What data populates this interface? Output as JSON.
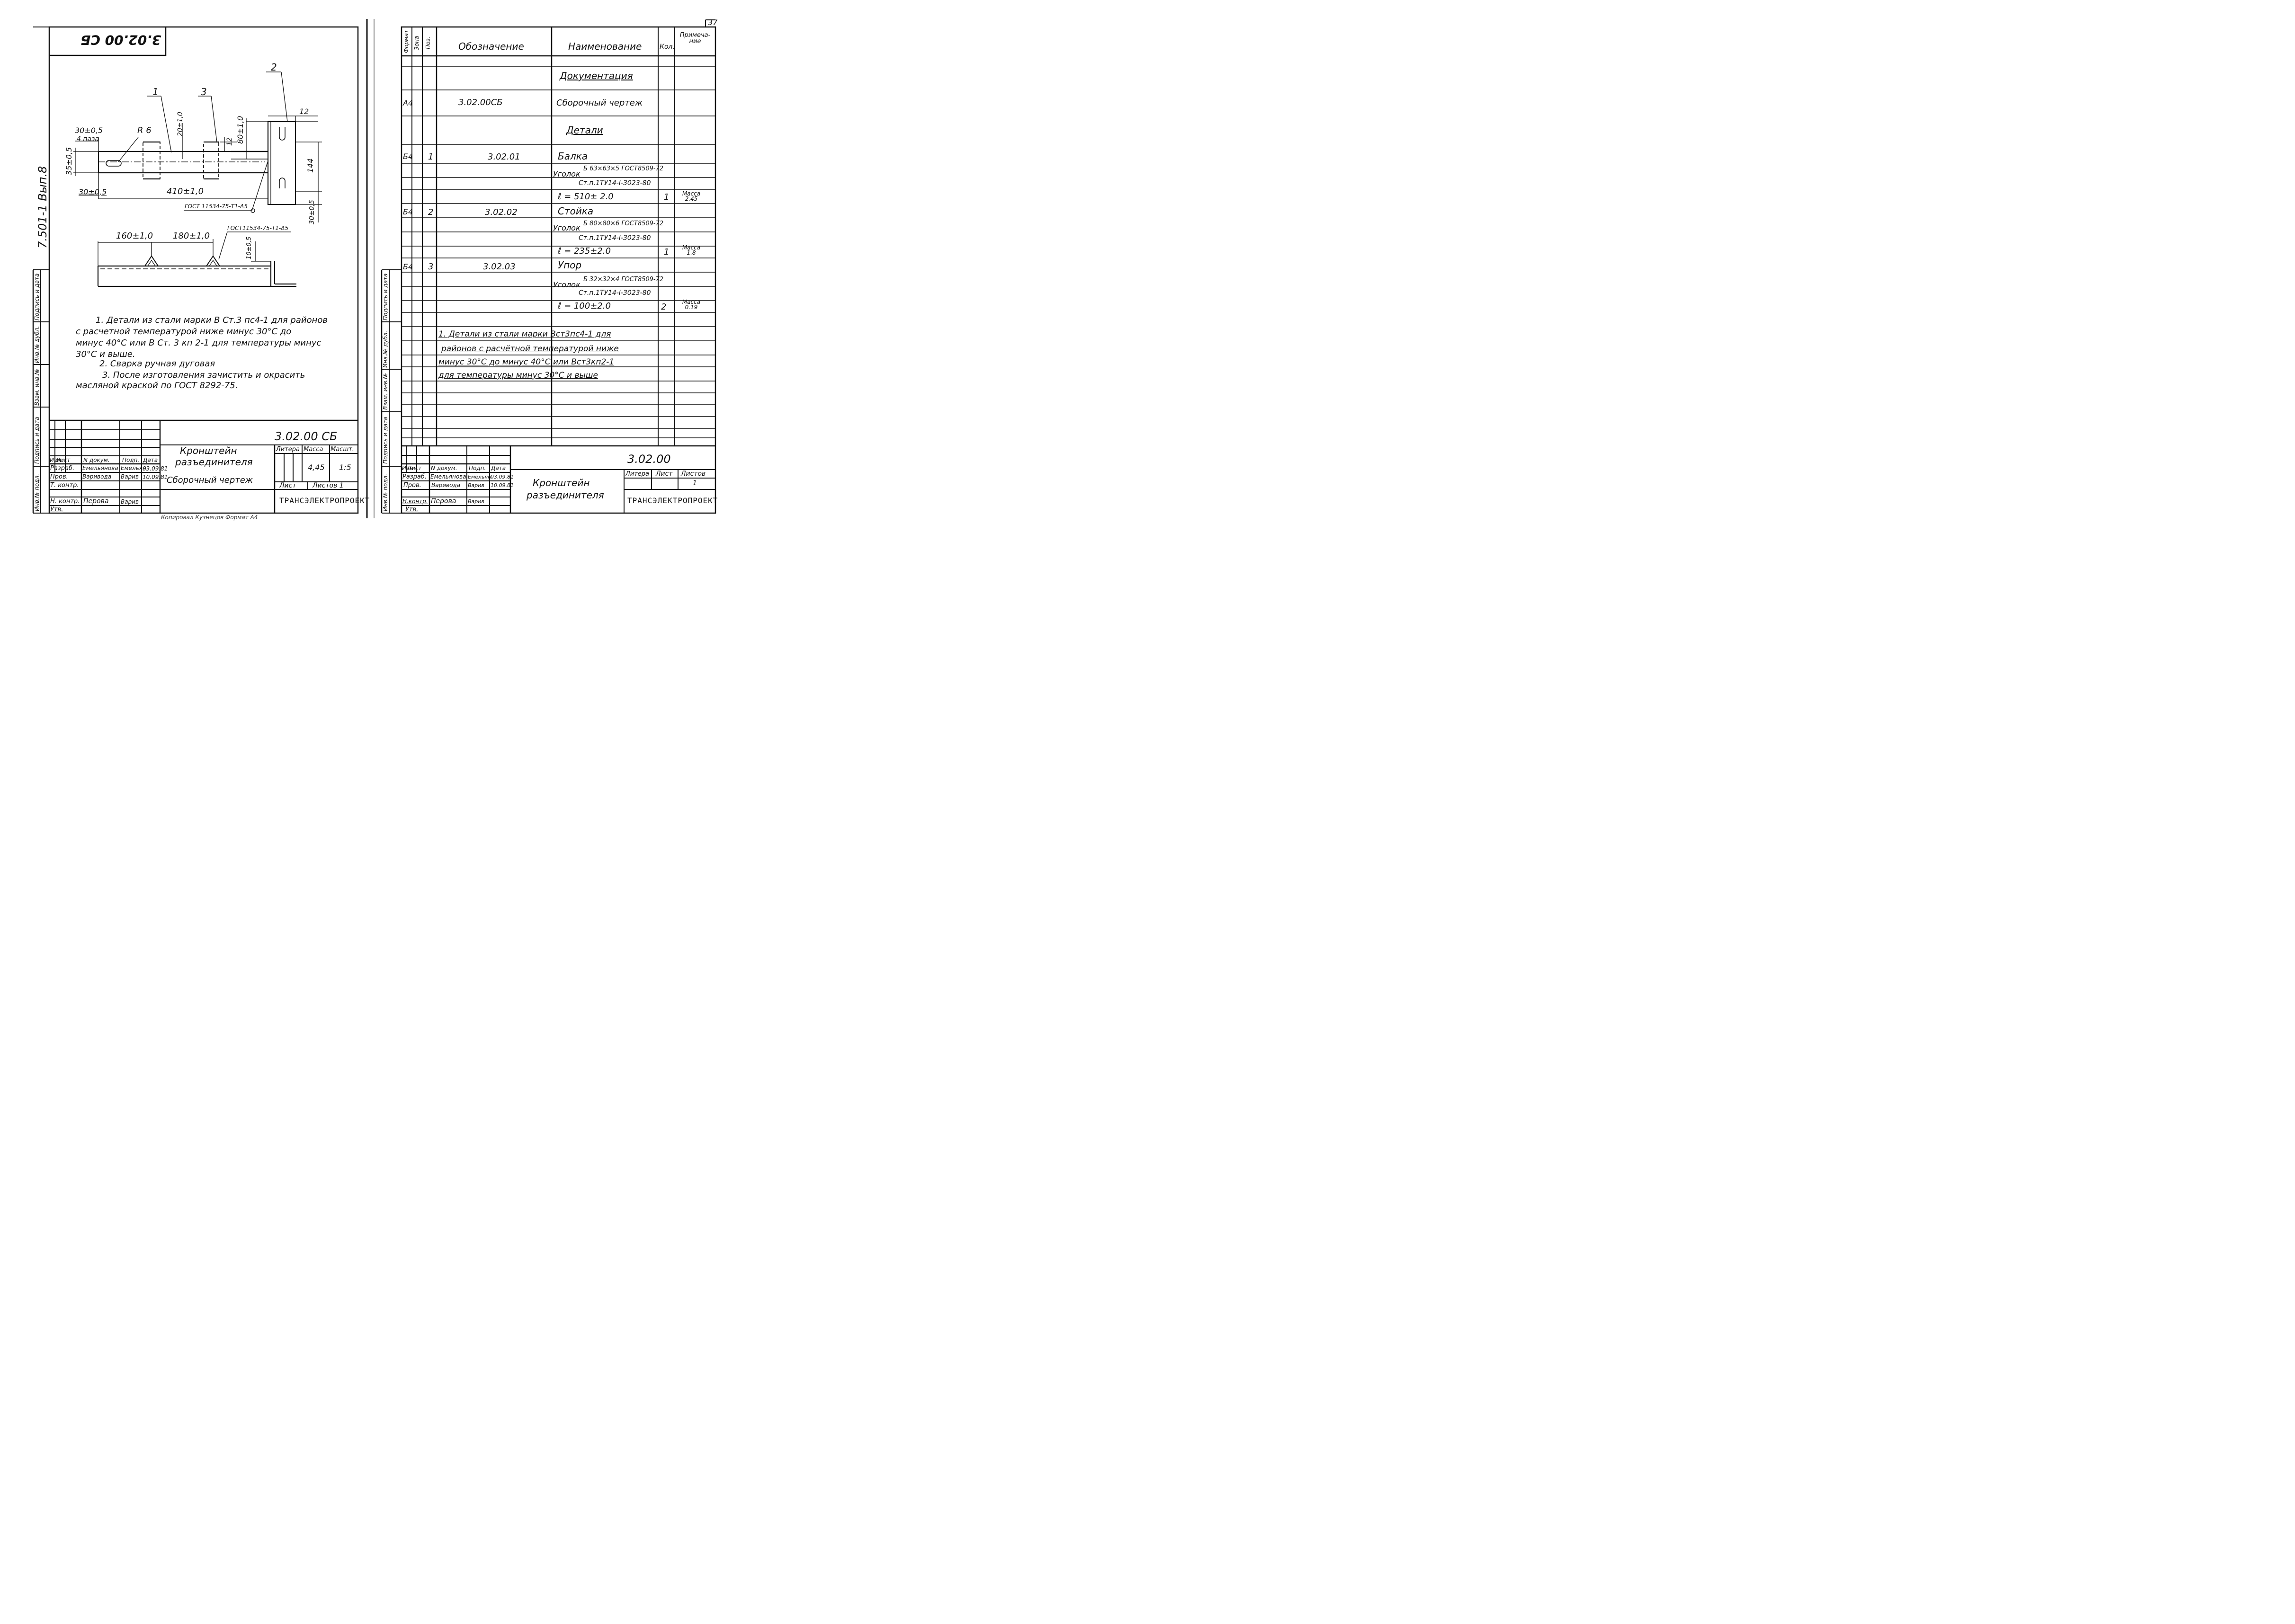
{
  "left_sheet": {
    "corner_stamp": "3.02.00 СБ",
    "side_code": "7.501-1  Вып.8",
    "side_fields": [
      "Инв.№ подл.",
      "Подпись и дата",
      "Взам. инв.№",
      "Инв.№ дубл.",
      "Подпись и дата"
    ],
    "drawing": {
      "leaders": [
        "1",
        "2",
        "3"
      ],
      "dims": {
        "d_30_05_top": "30±0,5",
        "slots": "4 паза",
        "r6": "R 6",
        "d_20": "20±1,0",
        "d_12_v": "12",
        "d_80": "80±1,0",
        "d_12_h": "12",
        "d_35": "35±0,5",
        "d_144": "144",
        "d_30_05_bottom": "30±0,5",
        "d_410": "410±1,0",
        "weld1": "ГОСТ 11534-75-Т1-Δ5",
        "d_30_05_right": "30±0,5",
        "d_160": "160±1,0",
        "d_180": "180±1,0",
        "weld2": "ГОСТ11534-75-Т1-Δ5",
        "d_10": "10±0,5"
      }
    },
    "notes": [
      "1. Детали из стали марки  В Ст.3 пс4-1 для районов",
      "с расчетной температурой  ниже минус  30°С до",
      "минус 40°С или  В Ст. 3 кп 2-1 для температуры минус",
      "30°С и выше.",
      "2. Сварка ручная дуговая",
      "3. После изготовления зачистить и окрасить",
      "масляной краской по ГОСТ 8292-75."
    ],
    "title_block": {
      "code": "3.02.00 СБ",
      "headers": [
        "Изм.",
        "Лист",
        "N докум.",
        "Подп.",
        "Дата"
      ],
      "rows": [
        {
          "role": "Разраб.",
          "name": "Емельянова",
          "sign": "Емельян",
          "date": "03.09.81"
        },
        {
          "role": "Пров.",
          "name": "Варивода",
          "sign": "Варив",
          "date": "10.09.81"
        },
        {
          "role": "Т. контр.",
          "name": "",
          "sign": "",
          "date": ""
        },
        {
          "role": "Н. контр.",
          "name": "Перова",
          "sign": "Варив",
          "date": ""
        },
        {
          "role": "Утв.",
          "name": "",
          "sign": "",
          "date": ""
        }
      ],
      "title_line1": "Кронштейн",
      "title_line2": "разъединителя",
      "title_line3": "Сборочный  чертеж",
      "litera_label": "Литера",
      "mass_label": "Масса",
      "scale_label": "Масшт.",
      "mass": "4,45",
      "scale": "1:5",
      "sheet_label": "Лист",
      "sheets_label": "Листов 1",
      "org": "ТРАНСЭЛЕКТРОПРОЕКТ",
      "footer": "Копировал  Кузнецов          Формат  А4"
    }
  },
  "right_sheet": {
    "page_number": "37",
    "headers": {
      "format": "Формат",
      "zone": "Зона",
      "pos": "Поз.",
      "designation": "Обозначение",
      "name": "Наименование",
      "qty": "Кол.",
      "note": "Примеча-ние"
    },
    "rows": [
      {
        "name": "Документация",
        "underline": true
      },
      {
        "format": "А4",
        "designation": "3.02.00СБ",
        "name": "Сборочный  чертеж"
      },
      {
        "name": "Детали",
        "underline": true
      },
      {
        "format": "Б4",
        "pos": "1",
        "designation": "3.02.01",
        "name": "Балка"
      },
      {
        "name_prefix": "Уголок",
        "name_top": "Б 63×63×5 ГОСТ8509-72",
        "name_bottom": "Ст.п.1ТУ14-I-3023-80"
      },
      {
        "name": "ℓ = 510± 2.0",
        "qty": "1",
        "note": "Масса 2.45"
      },
      {
        "format": "Б4",
        "pos": "2",
        "designation": "3.02.02",
        "name": "Стойка"
      },
      {
        "name_prefix": "Уголок",
        "name_top": "Б 80×80×6 ГОСТ8509-72",
        "name_bottom": "Ст.п.1ТУ14-I-3023-80"
      },
      {
        "name": "ℓ = 235±2.0",
        "qty": "1",
        "note": "Масса 1.8"
      },
      {
        "format": "Б4",
        "pos": "3",
        "designation": "3.02.03",
        "name": "Упор"
      },
      {
        "name_prefix": "Уголок",
        "name_top": "Б 32×32×4 ГОСТ8509-72",
        "name_bottom": "Ст.п.1ТУ14-I-3023-80"
      },
      {
        "name": "ℓ = 100±2.0",
        "qty": "2",
        "note": "Масса 0.19"
      }
    ],
    "notes": [
      "1. Детали  из  стали  марки Вст3пс4-1 для",
      "районов с расчётной  температурой  ниже",
      "минус 30°С до минус  40°С  или Вст3кп2-1",
      "для  температуры  минус 30°С и выше"
    ],
    "side_fields": [
      "Инв.№ подл.",
      "Подпись и дата",
      "Взам. инв.№",
      "Инв.№ дубл.",
      "Подпись и дата"
    ],
    "title_block": {
      "code": "3.02.00",
      "headers": [
        "Изм.",
        "Лист",
        "N докум.",
        "Подп.",
        "Дата"
      ],
      "rows": [
        {
          "role": "Разраб.",
          "name": "Емельянова",
          "sign": "Емельян",
          "date": "03.09.81"
        },
        {
          "role": "Пров.",
          "name": "Варивода",
          "sign": "Варив",
          "date": "10.09.81"
        },
        {
          "role": "",
          "name": "",
          "sign": "",
          "date": ""
        },
        {
          "role": "Н.контр.",
          "name": "Перова",
          "sign": "Варив",
          "date": ""
        },
        {
          "role": "Утв.",
          "name": "",
          "sign": "",
          "date": ""
        }
      ],
      "title_line1": "Кронштейн",
      "title_line2": "разъединителя",
      "litera_label": "Литера",
      "sheet_label": "Лист",
      "sheets_label": "Листов",
      "sheets_value": "1",
      "org": "ТРАНСЭЛЕКТРОПРОЕКТ"
    }
  }
}
